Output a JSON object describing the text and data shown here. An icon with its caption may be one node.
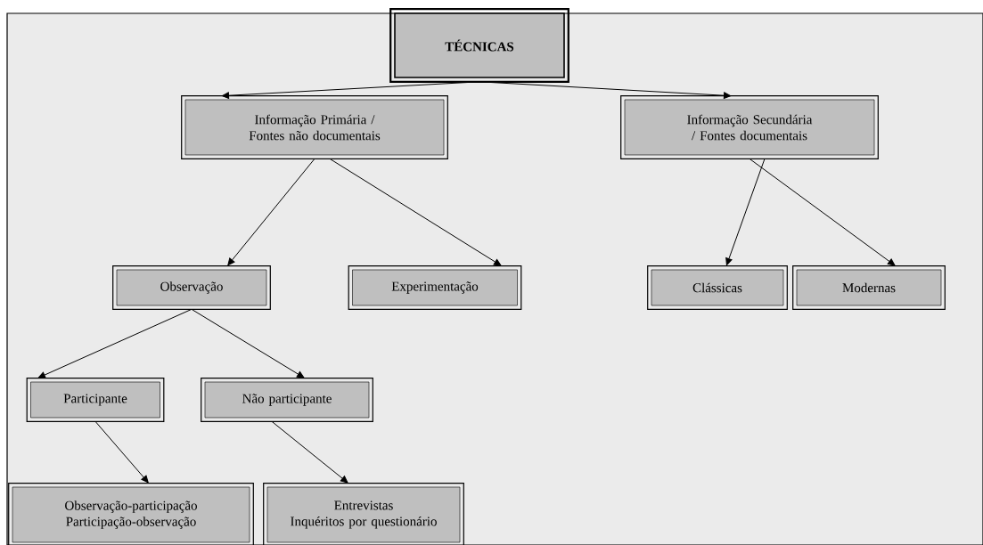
{
  "diagram": {
    "nodes": [
      {
        "text": [
          "TÉCNICAS"
        ]
      },
      {
        "text": [
          "Informação Primária / Fontes não documentais"
        ]
      },
      {
        "text": [
          "Informação Secundária / Fontes documentais"
        ]
      },
      {
        "text": [
          "Observação"
        ]
      },
      {
        "text": [
          "Experimentação"
        ]
      },
      {
        "text": [
          "Clássicas"
        ]
      },
      {
        "text": [
          "Modernas"
        ]
      },
      {
        "text": [
          "Participante"
        ]
      },
      {
        "text": [
          "Não participante"
        ]
      },
      {
        "text": [
          "Observação-participação",
          "Participação-observação"
        ]
      },
      {
        "text": [
          "Entrevistas",
          "Inquéritos por questionário"
        ]
      }
    ],
    "edges": [
      {
        "from": 0,
        "to": 1,
        "arrow": "to"
      },
      {
        "from": 0,
        "to": 2,
        "arrow": "to"
      },
      {
        "from": 1,
        "to": 3,
        "arrow": "to"
      },
      {
        "from": 1,
        "to": 4,
        "arrow": "to"
      },
      {
        "from": 2,
        "to": 5,
        "arrow": "to"
      },
      {
        "from": 2,
        "to": 6,
        "arrow": "to"
      },
      {
        "from": 3,
        "to": 7,
        "arrow": "to"
      },
      {
        "from": 3,
        "to": 8,
        "arrow": "to"
      },
      {
        "from": 7,
        "to": 9,
        "arrow": "to"
      },
      {
        "from": 8,
        "to": 10,
        "arrow": "to"
      }
    ]
  }
}
